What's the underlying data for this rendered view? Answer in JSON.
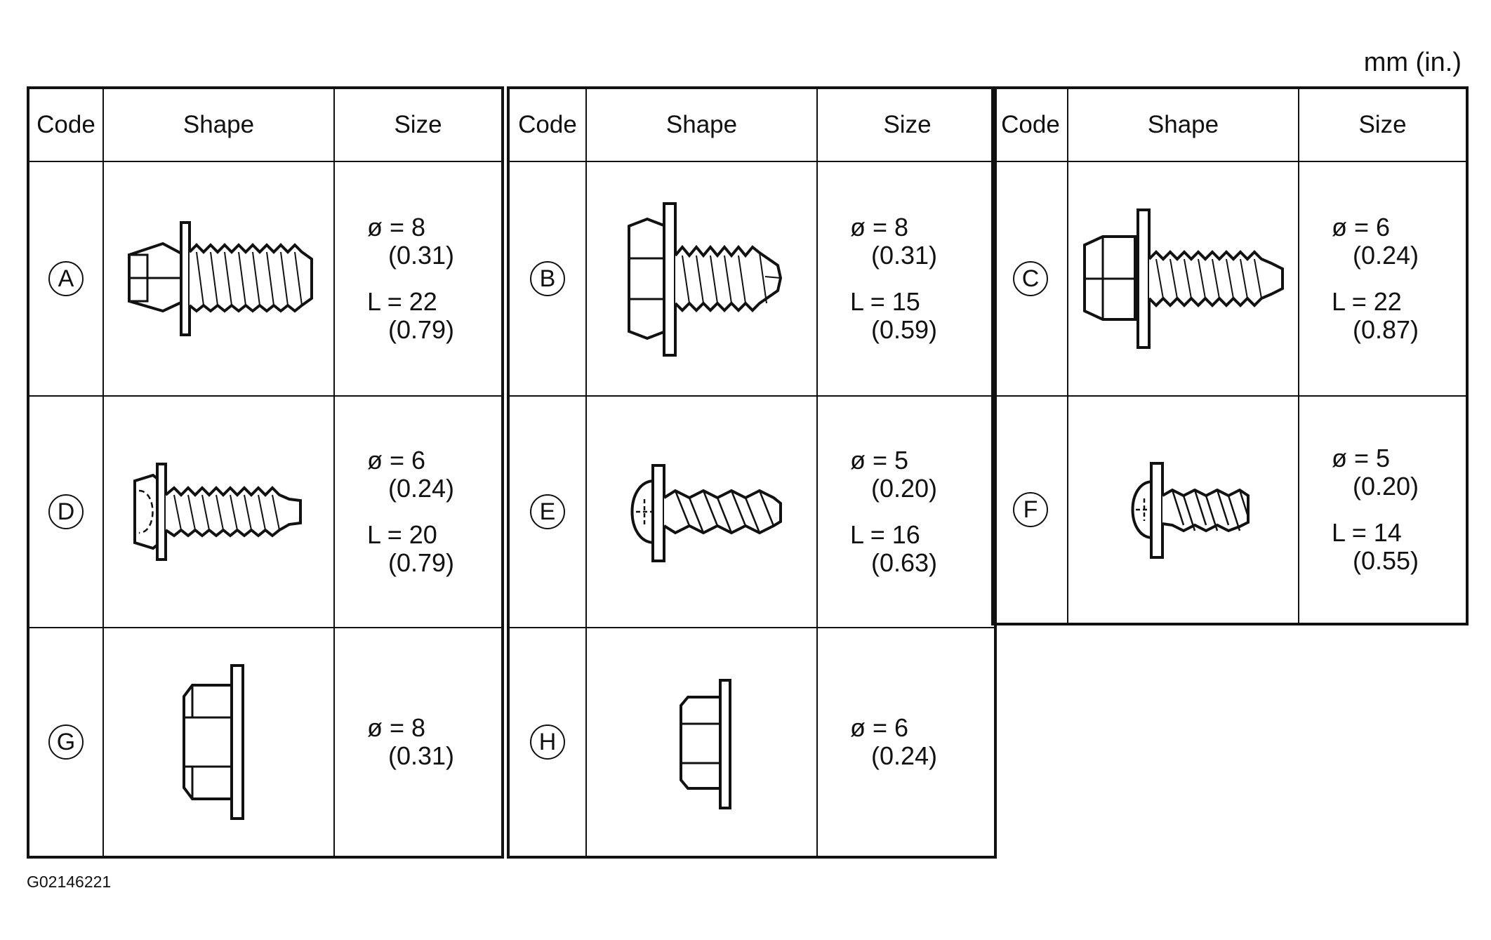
{
  "unit_label": "mm (in.)",
  "figure_id": "G02146221",
  "headers": {
    "code": "Code",
    "shape": "Shape",
    "size": "Size"
  },
  "items": {
    "A": {
      "code": "A",
      "icon": "bolt-with-spring-washer",
      "dia": "ø = 8",
      "dia_in": "(0.31)",
      "len": "L = 22",
      "len_in": "(0.79)"
    },
    "B": {
      "code": "B",
      "icon": "self-drilling-bolt",
      "dia": "ø = 8",
      "dia_in": "(0.31)",
      "len": "L = 15",
      "len_in": "(0.59)"
    },
    "C": {
      "code": "C",
      "icon": "bolt-with-spring-washer",
      "dia": "ø = 6",
      "dia_in": "(0.24)",
      "len": "L = 22",
      "len_in": "(0.87)"
    },
    "D": {
      "code": "D",
      "icon": "flange-bolt",
      "dia": "ø = 6",
      "dia_in": "(0.24)",
      "len": "L = 20",
      "len_in": "(0.79)"
    },
    "E": {
      "code": "E",
      "icon": "tapping-screw",
      "dia": "ø = 5",
      "dia_in": "(0.20)",
      "len": "L = 16",
      "len_in": "(0.63)"
    },
    "F": {
      "code": "F",
      "icon": "tapping-screw",
      "dia": "ø = 5",
      "dia_in": "(0.20)",
      "len": "L = 14",
      "len_in": "(0.55)"
    },
    "G": {
      "code": "G",
      "icon": "flange-nut",
      "dia": "ø = 8",
      "dia_in": "(0.31)"
    },
    "H": {
      "code": "H",
      "icon": "flange-nut",
      "dia": "ø = 6",
      "dia_in": "(0.24)"
    }
  }
}
